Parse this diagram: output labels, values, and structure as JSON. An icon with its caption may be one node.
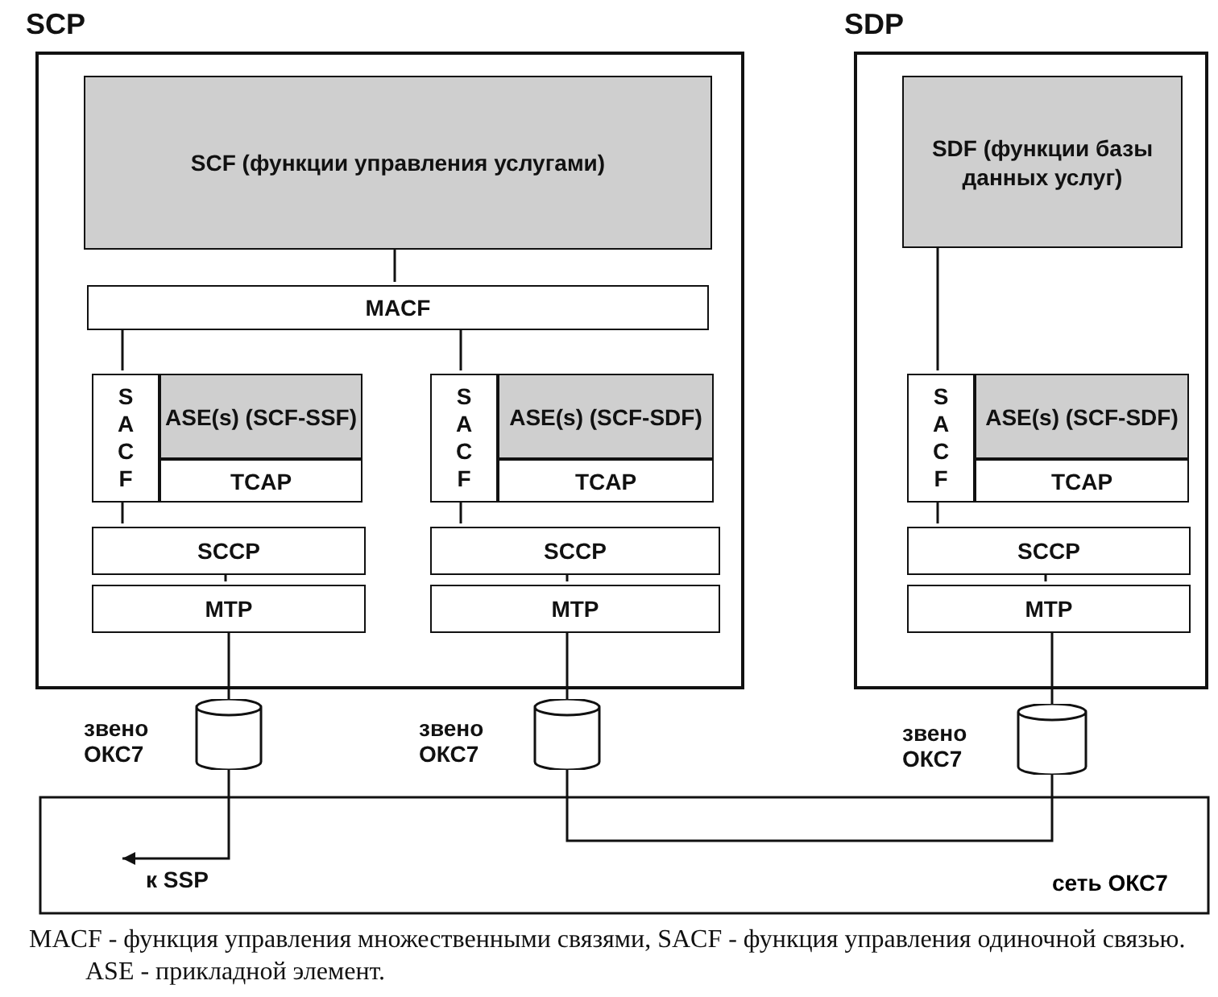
{
  "diagram": {
    "caption": "MACF - функция управления множественными связями, SACF - функция управления одиночной связью. ASE - прикладной элемент.",
    "nodes": [
      {
        "text": [
          "SCP"
        ]
      },
      {
        "text": [
          "SCF (функции управления услугами)"
        ],
        "in": 0
      },
      {
        "text": [
          "MACF"
        ],
        "in": 0
      },
      {
        "text": [
          "SACF"
        ],
        "in": 0
      },
      {
        "text": [
          "ASE(s) (SCF-SSF)"
        ],
        "in": 0
      },
      {
        "text": [
          "TCAP"
        ],
        "in": 0
      },
      {
        "text": [
          "SACF"
        ],
        "in": 0
      },
      {
        "text": [
          "ASE(s) (SCF-SDF)"
        ],
        "in": 0
      },
      {
        "text": [
          "TCAP"
        ],
        "in": 0
      },
      {
        "text": [
          "SCCP"
        ],
        "in": 0
      },
      {
        "text": [
          "MTP"
        ],
        "in": 0
      },
      {
        "text": [
          "SCCP"
        ],
        "in": 0
      },
      {
        "text": [
          "MTP"
        ],
        "in": 0
      },
      {
        "text": [
          "SDP"
        ]
      },
      {
        "text": [
          "SDF (функции базы данных услуг)"
        ],
        "in": 13
      },
      {
        "text": [
          "SACF"
        ],
        "in": 13
      },
      {
        "text": [
          "ASE(s) (SCF-SDF)"
        ],
        "in": 13
      },
      {
        "text": [
          "TCAP"
        ],
        "in": 13
      },
      {
        "text": [
          "SCCP"
        ],
        "in": 13
      },
      {
        "text": [
          "MTP"
        ],
        "in": 13
      },
      {
        "text": [],
        "shape": "cylinder",
        "beside": [
          "звено ОКС7"
        ]
      },
      {
        "text": [],
        "shape": "cylinder",
        "beside": [
          "звено ОКС7"
        ]
      },
      {
        "text": [],
        "shape": "cylinder",
        "beside": [
          "звено ОКС7"
        ]
      },
      {
        "text": [
          "к SSP"
        ]
      }
    ],
    "labels": [
      "сеть ОКС7"
    ],
    "edges": [
      {
        "from": 1,
        "to": 2,
        "arrow": "none"
      },
      {
        "from": 2,
        "to": 3,
        "arrow": "none"
      },
      {
        "from": 2,
        "to": 6,
        "arrow": "none"
      },
      {
        "from": 3,
        "to": 9,
        "arrow": "none"
      },
      {
        "from": 6,
        "to": 11,
        "arrow": "none"
      },
      {
        "from": 9,
        "to": 10,
        "arrow": "none"
      },
      {
        "from": 11,
        "to": 12,
        "arrow": "none"
      },
      {
        "from": 10,
        "to": 20,
        "arrow": "none"
      },
      {
        "from": 12,
        "to": 21,
        "arrow": "none"
      },
      {
        "from": 14,
        "to": 15,
        "arrow": "none"
      },
      {
        "from": 15,
        "to": 18,
        "arrow": "none"
      },
      {
        "from": 18,
        "to": 19,
        "arrow": "none"
      },
      {
        "from": 19,
        "to": 22,
        "arrow": "none"
      },
      {
        "from": 20,
        "to": 23,
        "arrow": "to"
      },
      {
        "from": 21,
        "to": 22,
        "arrow": "none"
      }
    ]
  }
}
